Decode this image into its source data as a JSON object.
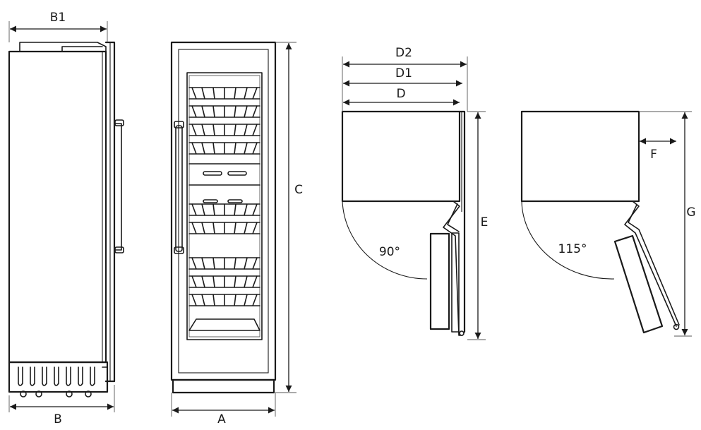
{
  "labels": {
    "b1": "B1",
    "b": "B",
    "a": "A",
    "c": "C",
    "d2": "D2",
    "d1": "D1",
    "d": "D",
    "e": "E",
    "f": "F",
    "g": "G",
    "angle_90": "90°",
    "angle_115": "115°"
  }
}
